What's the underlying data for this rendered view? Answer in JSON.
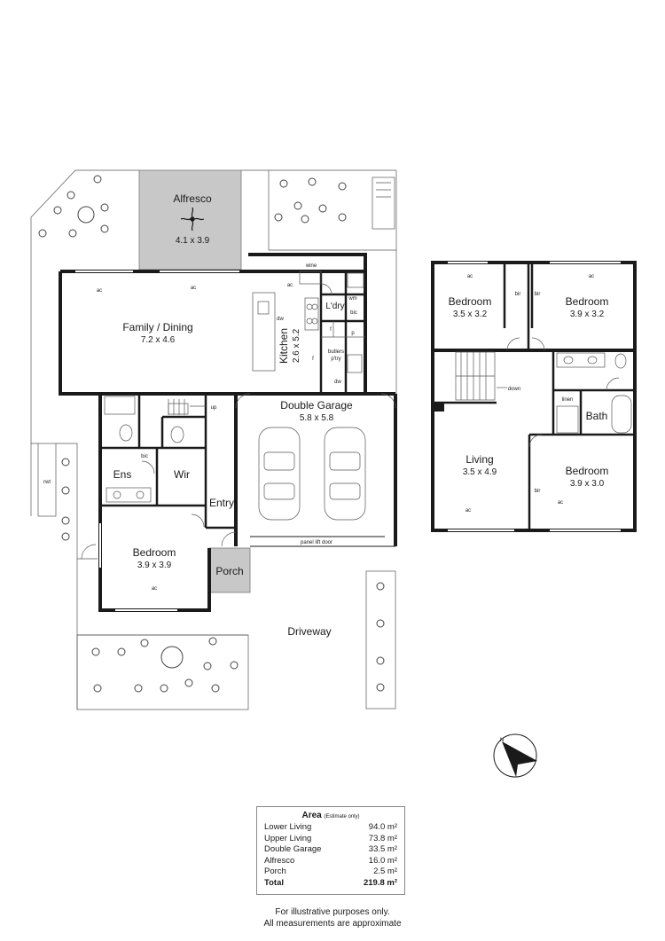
{
  "rooms": {
    "alfresco": {
      "name": "Alfresco",
      "dim": "4.1 x 3.9"
    },
    "family_dining": {
      "name": "Family / Dining",
      "dim": "7.2 x 4.6"
    },
    "kitchen": {
      "name": "Kitchen",
      "dim": "2.6 x 5.2"
    },
    "laundry": {
      "name": "L'dry"
    },
    "double_garage": {
      "name": "Double Garage",
      "dim": "5.8 x 5.8"
    },
    "ensuite": {
      "name": "Ens"
    },
    "wir": {
      "name": "Wir"
    },
    "entry": {
      "name": "Entry"
    },
    "bedroom_lower": {
      "name": "Bedroom",
      "dim": "3.9 x 3.9"
    },
    "porch": {
      "name": "Porch"
    },
    "driveway": {
      "name": "Driveway"
    },
    "bedroom_up_1": {
      "name": "Bedroom",
      "dim": "3.5 x 3.2"
    },
    "bedroom_up_2": {
      "name": "Bedroom",
      "dim": "3.9 x 3.2"
    },
    "living": {
      "name": "Living",
      "dim": "3.5 x 4.9"
    },
    "bath": {
      "name": "Bath"
    },
    "bedroom_up_3": {
      "name": "Bedroom",
      "dim": "3.9 x 3.0"
    }
  },
  "labels": {
    "ac": "ac",
    "dw": "dw",
    "wine": "wine",
    "wm": "wm",
    "bic": "bic",
    "f": "f",
    "p": "p",
    "butlers": "butlers",
    "ptry": "p'try",
    "up": "up",
    "down": "down",
    "panel_lift_door": "panel lift door",
    "rwt": "rwt",
    "bir": "bir",
    "linen": "linen"
  },
  "area": {
    "title": "Area",
    "note": "(Estimate only)",
    "rows": [
      {
        "label": "Lower Living",
        "value": "94.0 m²"
      },
      {
        "label": "Upper Living",
        "value": "73.8 m²"
      },
      {
        "label": "Double Garage",
        "value": "33.5 m²"
      },
      {
        "label": "Alfresco",
        "value": "16.0 m²"
      },
      {
        "label": "Porch",
        "value": "2.5 m²"
      }
    ],
    "total": {
      "label": "Total",
      "value": "219.8 m²"
    }
  },
  "disclaimer": {
    "line1": "For illustrative purposes only.",
    "line2": "All measurements are approximate"
  },
  "colors": {
    "wall": "#1a1a1a",
    "shaded": "#c8c8c8",
    "garden": "#444444"
  }
}
